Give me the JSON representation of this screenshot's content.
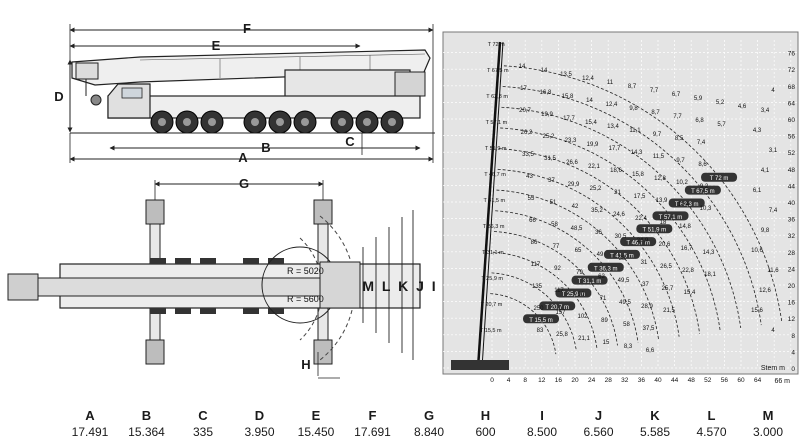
{
  "side_view": {
    "dims": {
      "F": "F",
      "E": "E",
      "D": "D",
      "A": "A",
      "B": "B",
      "C": "C"
    }
  },
  "top_view": {
    "dims": {
      "G": "G",
      "H": "H",
      "MLKJI": "M L K J I"
    },
    "radii": [
      "R = 5020",
      "R = 5600"
    ]
  },
  "load_chart": {
    "y_ticks": [
      "0",
      "4",
      "8",
      "12",
      "16",
      "20",
      "24",
      "28",
      "32",
      "36",
      "40",
      "44",
      "48",
      "52",
      "56",
      "60",
      "64",
      "68",
      "72",
      "76"
    ],
    "x_ticks": [
      "0",
      "4",
      "8",
      "12",
      "16",
      "20",
      "24",
      "28",
      "32",
      "36",
      "40",
      "44",
      "48",
      "52",
      "56",
      "60",
      "64"
    ],
    "x_unit": "66 m",
    "corner_label": "Stem m",
    "boom_lengths": [
      "T 72 m",
      "T 67,5 m",
      "T 62,3 m",
      "T 57,1 m",
      "T 51,9 m",
      "T 46,7 m",
      "T 41,5 m",
      "T 36,3 m",
      "T 31,1 m",
      "T 25,9 m",
      "T 20,7 m",
      "T 15,5 m"
    ],
    "curve_labels": [
      "T 72 m",
      "T 67,5 m",
      "T 62,3 m",
      "T 57,1 m",
      "T 51,9 m",
      "T 46,7 m",
      "T 41,5 m",
      "T 36,3 m",
      "T 31,1 m",
      "T 25,9 m",
      "T 20,7 m",
      "T 15,5 m"
    ],
    "capacities": [
      [
        "14",
        "14",
        "13,5",
        "12,4",
        "11",
        "8,7",
        "7,7",
        "6,7",
        "5,9",
        "5,2",
        "4,6"
      ],
      [
        "17",
        "16,8",
        "15,8",
        "14",
        "12,4",
        "9,8",
        "8,7",
        "7,7",
        "6,8",
        "5,7"
      ],
      [
        "20,7",
        "19,9",
        "17,7",
        "15,4",
        "13,4",
        "11,1",
        "9,7",
        "8,5",
        "7,4"
      ],
      [
        "26,2",
        "25,2",
        "23,3",
        "19,9",
        "17,7",
        "14,3",
        "11,5",
        "9,7",
        "8,6"
      ],
      [
        "33,5",
        "31,5",
        "26,6",
        "22,1",
        "18,6",
        "15,8",
        "12,8",
        "10,2",
        "9,2"
      ],
      [
        "43",
        "37",
        "29,9",
        "25,2",
        "21",
        "17,5",
        "13,9",
        "11,4",
        "10,3"
      ],
      [
        "55",
        "51",
        "42",
        "35,2",
        "24,6",
        "22,4",
        "18",
        "14,8"
      ],
      [
        "66",
        "58",
        "48,5",
        "36",
        "30,5",
        "24,9",
        "20,6",
        "16,7",
        "14,3"
      ],
      [
        "86",
        "77",
        "65",
        "49",
        "38",
        "31",
        "26,5",
        "22,8",
        "18,1"
      ],
      [
        "117",
        "92",
        "79",
        "62",
        "49,5",
        "37",
        "25,7",
        "15,4"
      ],
      [
        "135",
        "117",
        "90",
        "71",
        "49,5",
        "28,9",
        "21,5"
      ],
      [
        "250",
        "157",
        "102",
        "89",
        "58",
        "37,5"
      ],
      [
        "83",
        "25,8",
        "21,1",
        "15",
        "8,3",
        "6,6"
      ]
    ],
    "right_col": [
      "4",
      "3,4",
      "4,3",
      "3,1",
      "4,1",
      "6,1",
      "7,4",
      "9,8",
      "10,6",
      "11,6",
      "12,6",
      "15,6",
      "4"
    ]
  },
  "specs": [
    {
      "key": "A",
      "value": "17.491"
    },
    {
      "key": "B",
      "value": "15.364"
    },
    {
      "key": "C",
      "value": "335"
    },
    {
      "key": "D",
      "value": "3.950"
    },
    {
      "key": "E",
      "value": "15.450"
    },
    {
      "key": "F",
      "value": "17.691"
    },
    {
      "key": "G",
      "value": "8.840"
    },
    {
      "key": "H",
      "value": "600"
    },
    {
      "key": "I",
      "value": "8.500"
    },
    {
      "key": "J",
      "value": "6.560"
    },
    {
      "key": "K",
      "value": "5.585"
    },
    {
      "key": "L",
      "value": "4.570"
    },
    {
      "key": "M",
      "value": "3.000"
    }
  ]
}
